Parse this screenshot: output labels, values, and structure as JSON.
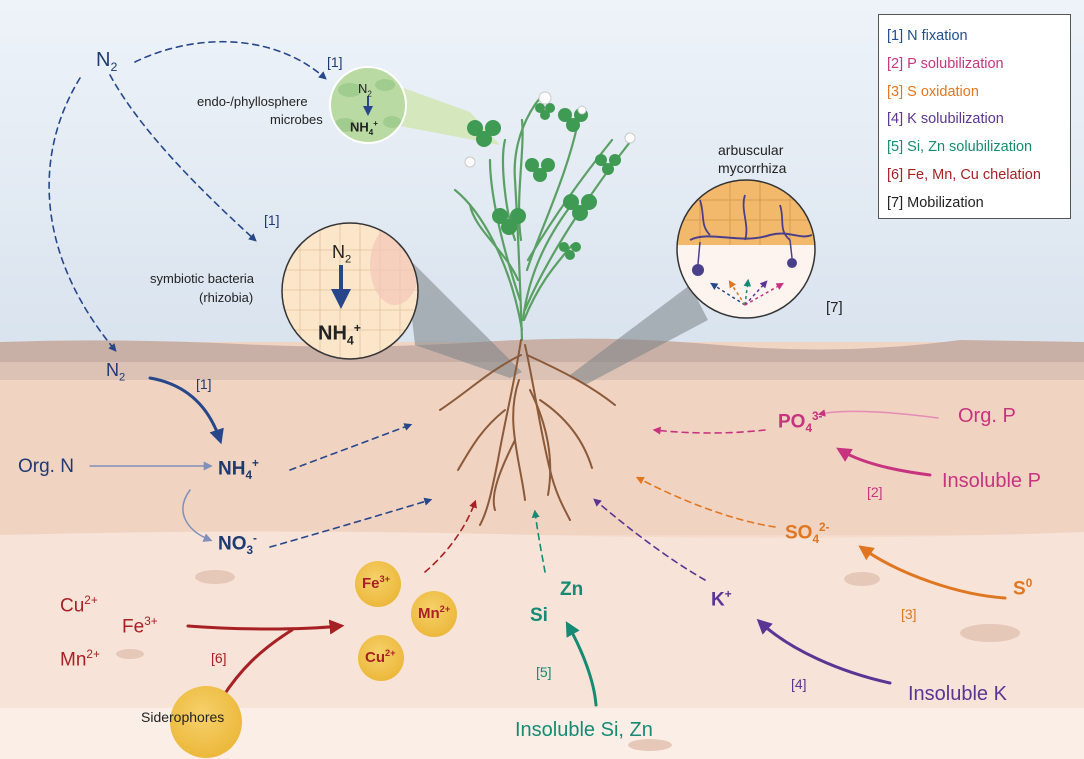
{
  "legend": {
    "items": [
      {
        "text": "[1] N fixation",
        "color": "#1e4d91"
      },
      {
        "text": "[2] P solubilization",
        "color": "#c8337f"
      },
      {
        "text": "[3] S oxidation",
        "color": "#e0761f"
      },
      {
        "text": "[4] K solubilization",
        "color": "#5a3593"
      },
      {
        "text": "[5] Si, Zn solubilization",
        "color": "#168a73"
      },
      {
        "text": "[6] Fe, Mn, Cu chelation",
        "color": "#a82024"
      },
      {
        "text": "[7] Mobilization",
        "color": "#222222"
      }
    ]
  },
  "nitrogen": {
    "n2_symbol": "N",
    "n2_subscript": "2",
    "endo_label_line1": "endo-/phyllosphere",
    "endo_label_line2": "microbes",
    "rhizobia_label_line1": "symbiotic bacteria",
    "rhizobia_label_line2": "(rhizobia)",
    "nh4_base": "NH",
    "nh4_sub": "4",
    "nh4_sup": "+",
    "no3_base": "NO",
    "no3_sub": "3",
    "no3_sup": "-",
    "org_n": "Org. N",
    "ref": "[1]"
  },
  "mycorrhiza": {
    "label_line1": "arbuscular",
    "label_line2": "mycorrhiza",
    "ref": "[7]"
  },
  "phosphorus": {
    "po4_base": "PO",
    "po4_sub": "4",
    "po4_sup": "3-",
    "org_p": "Org. P",
    "insoluble_p": "Insoluble P",
    "ref": "[2]"
  },
  "sulfur": {
    "so4_base": "SO",
    "so4_sub": "4",
    "so4_sup": "2-",
    "s0_base": "S",
    "s0_sup": "0",
    "ref": "[3]"
  },
  "potassium": {
    "k_base": "K",
    "k_sup": "+",
    "insoluble_k": "Insoluble K",
    "ref": "[4]"
  },
  "silicon_zinc": {
    "zn": "Zn",
    "si": "Si",
    "insoluble": "Insoluble Si, Zn",
    "ref": "[5]"
  },
  "metals": {
    "cu_base": "Cu",
    "cu_sup": "2+",
    "fe_base": "Fe",
    "fe_sup": "3+",
    "mn_base": "Mn",
    "mn_sup": "2+",
    "siderophores": "Siderophores",
    "ref": "[6]"
  },
  "colors": {
    "nitrogen": "#1e3a72",
    "phosphorus": "#c8337f",
    "sulfur": "#e0761f",
    "potassium": "#5a3593",
    "silicon_zinc": "#168a73",
    "metals": "#a82024",
    "sky": "#dfe8f2",
    "soil": "#f4ddd0",
    "bubble": "#f0c34e"
  }
}
